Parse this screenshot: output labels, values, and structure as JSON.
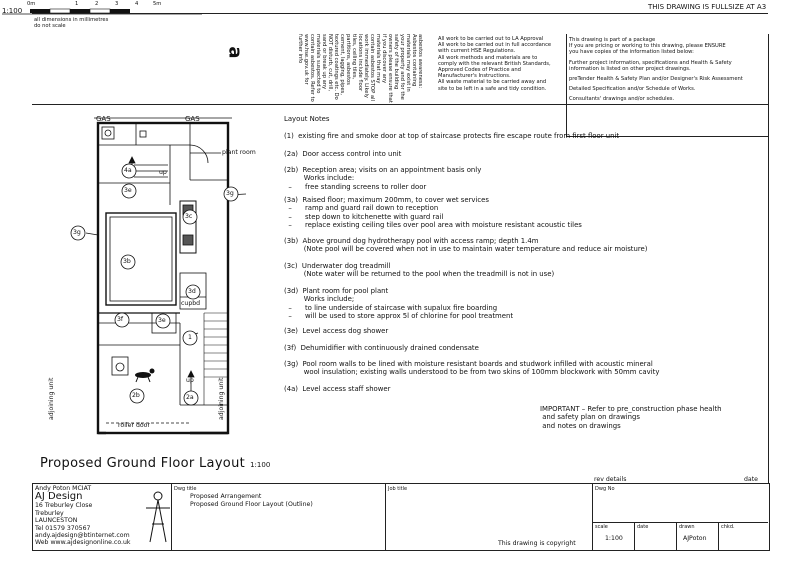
{
  "header": {
    "scale_label": "1:100",
    "scale_ticks": [
      "0m",
      "1",
      "2",
      "3",
      "4",
      "5m"
    ],
    "dims_note": [
      "all dimensions in millimetres",
      "do not scale"
    ],
    "fullsize_note": "THIS DRAWING IS FULLSIZE AT A3"
  },
  "warnings": {
    "big_letter": "a",
    "rotated_text": "asbestos awareness: Asbestos containing materials may exist in your property and for the safety of the building owners please ensure that if you discover any materials that may contain asbestos STOP all work immediately. Likely locations include floor tiles, ceiling tiles, partitions, asbestos cement, lagging, pipes, textured coatings etc. Do NOT disturb, cut, drill, sand or break up any materials suspected to contain asbestos. Refer to www.hse.gov.uk for further info",
    "work_notes": [
      "All work to be carried out to LA Approval",
      "All work to be carried out in full accordance",
      "with current HSE Regulations.",
      "All work methods and materials are to",
      "comply with the relevant British Standards,",
      "Approved Codes of Practice and",
      "Manufacturer's Instructions.",
      "All waste material to be carried away and",
      "site to be left in a safe and tidy condition."
    ],
    "package_notes": [
      "This drawing is part of a package",
      "If you are pricing or working to this drawing, please ENSURE",
      "you have copies of the information listed below:",
      "",
      "Further project information, specifications and Health & Safety",
      "information is listed on other project drawings.",
      "",
      "preTender Health & Safety Plan and/or Designer's Risk Assessment",
      "",
      "Detailed Specification and/or Schedule of Works.",
      "",
      "Consultants' drawings and/or schedules."
    ]
  },
  "plan": {
    "gas_left": "GAS",
    "gas_right": "GAS",
    "plant_room": "plant room",
    "up_top": "up",
    "up_bottom": "up",
    "cupbd": "cupbd",
    "adjoining_left": "adjoining unit",
    "adjoining_right": "adjoining unit",
    "roller_door": "roller door",
    "tags": {
      "t4a": "4a",
      "t3e_top": "3e",
      "t3c": "3c",
      "t3g_right": "3g",
      "t3g_left": "3g",
      "t3b": "3b",
      "t3d": "3d",
      "t3f": "3f",
      "t3e_mid": "3e",
      "t1": "1",
      "t2b": "2b",
      "t2a": "2a"
    }
  },
  "layout_notes": {
    "title": "Layout Notes",
    "items": [
      "(1)  existing fire and smoke door at top of staircase protects fire escape route from first floor unit",
      "(2a)  Door access control into unit",
      "(2b)  Reception area; visits on an appointment basis only\n         Works include:\n  –      free standing screens to roller door",
      "(3a)  Raised floor; maximum 200mm, to cover wet services\n  –      ramp and guard rail down to reception\n  –      step down to kitchenette with guard rail\n  –      replace existing ceiling tiles over pool area with moisture resistant acoustic tiles",
      "(3b)  Above ground dog hydrotherapy pool with access ramp; depth 1.4m\n         (Note pool will be covered when not in use to maintain water temperature and reduce air moisture)",
      "(3c)  Underwater dog treadmill\n         (Note water will be returned to the pool when the treadmill is not in use)",
      "(3d)  Plant room for pool plant\n         Works include;\n  –      to line underside of staircase with supalux fire boarding\n  –      will be used to store approx 5l of chlorine for pool treatment",
      "(3e)  Level access dog shower",
      "(3f)  Dehumidifier with continuously drained condensate",
      "(3g)  Pool room walls to be lined with moisture resistant boards and studwork infilled with acoustic mineral\n         wool insulation; existing walls understood to be from two skins of 100mm blockwork with 50mm cavity",
      "(4a)  Level access staff shower"
    ],
    "important": "IMPORTANT – Refer to pre_construction phase health\n and safety plan on drawings\n and notes on drawings"
  },
  "drawing_title": "Proposed Ground Floor Layout",
  "drawing_title_scale": "1:100",
  "title_block": {
    "rev_details": "rev details",
    "date": "date",
    "designer_lines": [
      "Andy Poton MCIAT",
      "AJ Design",
      "16 Treburley Close",
      "Treburley",
      "LAUNCESTON",
      "Tel 01579 370567",
      "andy.ajdesign@btinternet.com",
      "Web www.ajdesignonline.co.uk"
    ],
    "dwg_title_label": "Dwg title",
    "dwg_title_lines": [
      "Proposed Arrangement",
      "Proposed Ground Floor Layout (Outline)"
    ],
    "job_title_label": "Job title",
    "dwg_no_label": "Dwg No",
    "scale_label": "scale",
    "scale_value": "1:100",
    "date_label": "date",
    "drawn_label": "drawn",
    "drawn_value": "AJPoton",
    "chkd_label": "chkd.",
    "copyright": "This drawing is copyright"
  }
}
